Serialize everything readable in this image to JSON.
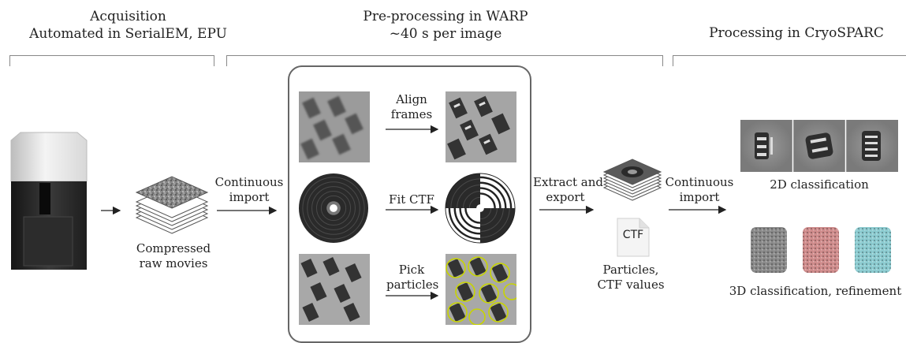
{
  "headers": {
    "acquisition": [
      "Acquisition",
      "Automated in SerialEM, EPU"
    ],
    "preprocessing": [
      "Pre-processing in WARP",
      "~40 s per image"
    ],
    "processing": [
      "Processing in CryoSPARC"
    ]
  },
  "labels": {
    "compressed": [
      "Compressed",
      "raw movies"
    ],
    "continuous_import_1": [
      "Continuous",
      "import"
    ],
    "align_frames": [
      "Align",
      "frames"
    ],
    "fit_ctf": "Fit CTF",
    "pick_particles": [
      "Pick",
      "particles"
    ],
    "extract_export": [
      "Extract and",
      "export"
    ],
    "ctf_doc": "CTF",
    "particles_ctf": [
      "Particles,",
      "CTF values"
    ],
    "continuous_import_2": [
      "Continuous",
      "import"
    ],
    "class2d": "2D classification",
    "class3d": "3D classification, refinement"
  },
  "colors": {
    "bracket": "#888888",
    "frame": "#666666",
    "pick_circle": "#c8d400",
    "map_gray": "#8a8a8a",
    "map_pink": "#cf8c8c",
    "map_cyan": "#8ccbd0"
  }
}
